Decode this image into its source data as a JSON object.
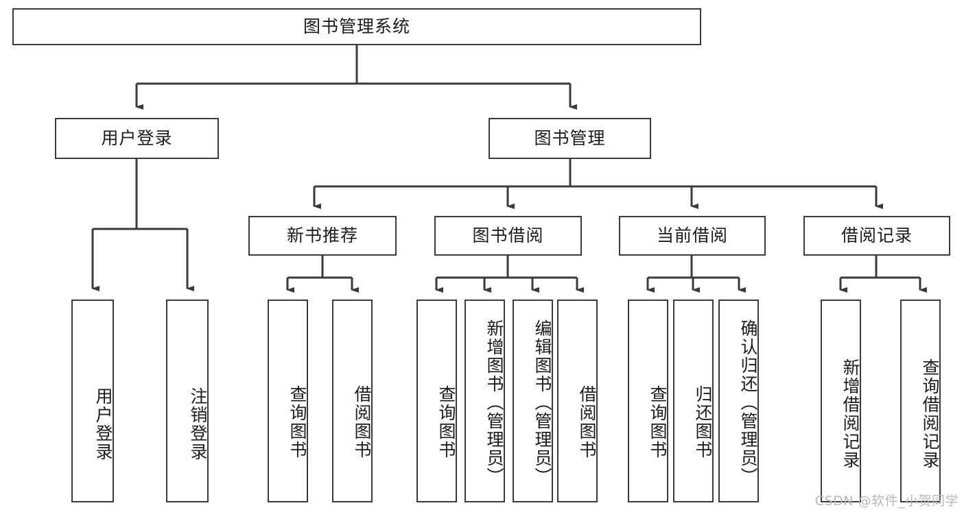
{
  "diagram": {
    "type": "tree-hierarchy",
    "title": "图书管理系统",
    "watermark": "CSDN @软件_小贺同学",
    "colors": {
      "box_border": "#3a3a3a",
      "box_fill": "#ffffff",
      "connector": "#3a3a3a",
      "text": "#1b1b1b",
      "watermark": "#b9b9b9"
    },
    "root": {
      "label": "图书管理系统"
    },
    "level2": [
      {
        "label": "用户登录"
      },
      {
        "label": "图书管理"
      }
    ],
    "level3": [
      {
        "label": "新书推荐"
      },
      {
        "label": "图书借阅"
      },
      {
        "label": "当前借阅"
      },
      {
        "label": "借阅记录"
      }
    ],
    "leaves": {
      "user_login": [
        {
          "label": "用户登录"
        },
        {
          "label": "注销登录"
        }
      ],
      "new_book_recommend": [
        {
          "label": "查询图书"
        },
        {
          "label": "借阅图书"
        }
      ],
      "book_borrow": [
        {
          "label": "查询图书"
        },
        {
          "label": "新增图书（管理员）"
        },
        {
          "label": "编辑图书（管理员）"
        },
        {
          "label": "借阅图书"
        }
      ],
      "current_borrow": [
        {
          "label": "查询图书"
        },
        {
          "label": "归还图书"
        },
        {
          "label": "确认归还（管理员）"
        }
      ],
      "borrow_record": [
        {
          "label": "新增借阅记录"
        },
        {
          "label": "查询借阅记录"
        }
      ]
    }
  }
}
